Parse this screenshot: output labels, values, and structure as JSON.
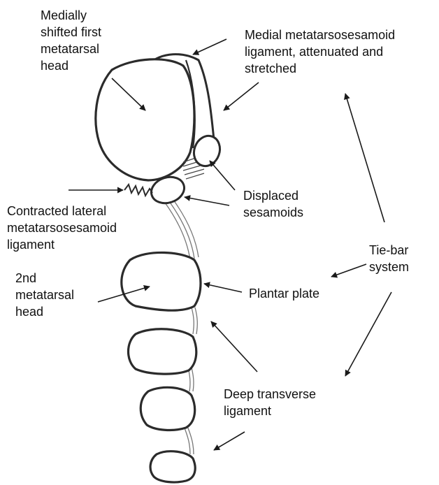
{
  "colors": {
    "outline": "#2b2b2b",
    "ligament": "#777777",
    "text": "#111111",
    "background": "#ffffff"
  },
  "labels": {
    "first_head": [
      "Medially",
      "shifted first",
      "metatarsal",
      "head"
    ],
    "medial_ligament": [
      "Medial metatarsosesamoid",
      "ligament, attenuated and",
      "stretched"
    ],
    "sesamoids": [
      "Displaced",
      "sesamoids"
    ],
    "lateral_ligament": [
      "Contracted lateral",
      "metatarsosesamoid",
      "ligament"
    ],
    "second_head": [
      "2nd",
      "metatarsal",
      "head"
    ],
    "tie_bar": [
      "Tie-bar",
      "system"
    ],
    "plantar_plate": [
      "Plantar plate"
    ],
    "deep_ligament": [
      "Deep transverse",
      "ligament"
    ]
  }
}
